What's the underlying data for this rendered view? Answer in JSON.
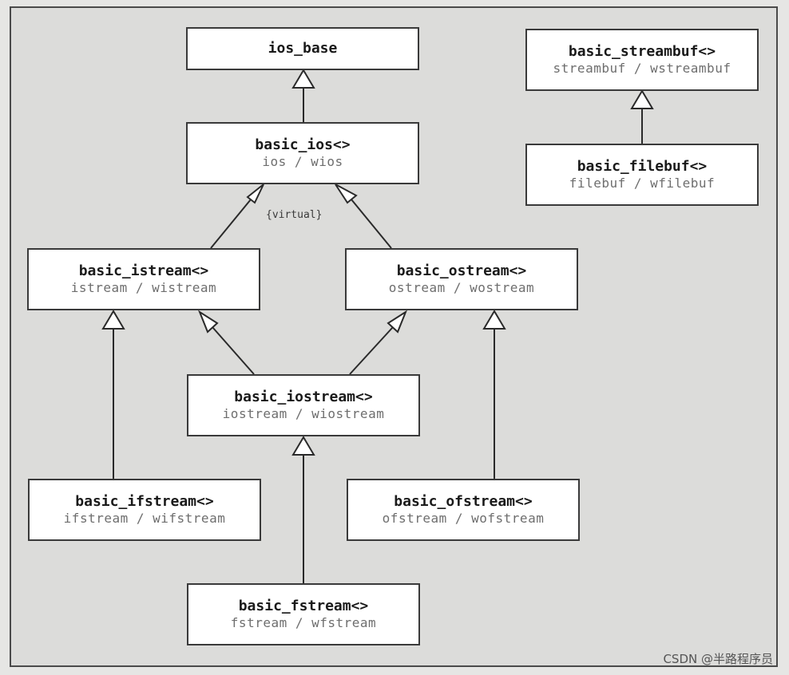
{
  "classes": {
    "ios_base": {
      "title": "ios_base",
      "sub": ""
    },
    "basic_ios": {
      "title": "basic_ios<>",
      "sub": "ios / wios"
    },
    "basic_istream": {
      "title": "basic_istream<>",
      "sub": "istream / wistream"
    },
    "basic_ostream": {
      "title": "basic_ostream<>",
      "sub": "ostream / wostream"
    },
    "basic_iostream": {
      "title": "basic_iostream<>",
      "sub": "iostream / wiostream"
    },
    "basic_ifstream": {
      "title": "basic_ifstream<>",
      "sub": "ifstream / wifstream"
    },
    "basic_ofstream": {
      "title": "basic_ofstream<>",
      "sub": "ofstream / wofstream"
    },
    "basic_fstream": {
      "title": "basic_fstream<>",
      "sub": "fstream / wfstream"
    },
    "basic_streambuf": {
      "title": "basic_streambuf<>",
      "sub": "streambuf / wstreambuf"
    },
    "basic_filebuf": {
      "title": "basic_filebuf<>",
      "sub": "filebuf / wfilebuf"
    }
  },
  "annotations": {
    "virtual": "{virtual}"
  },
  "watermark": "CSDN @半路程序员"
}
